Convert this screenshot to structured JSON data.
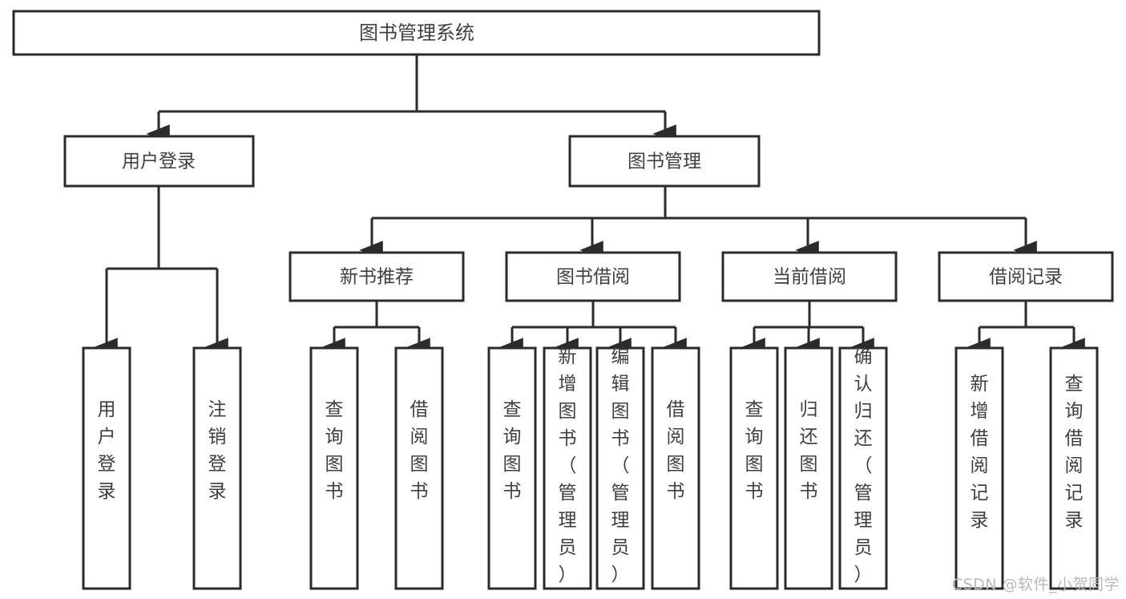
{
  "diagram": {
    "title": "图书管理系统",
    "type": "tree-hierarchy",
    "watermark": "CSDN @软件_小贺同学",
    "colors": {
      "stroke": "#2b2b2b",
      "fill": "#ffffff",
      "text": "#3f3f3f",
      "watermark": "#b9b9b9",
      "background": "#ffffff"
    },
    "root": {
      "label": "图书管理系统"
    },
    "level2": [
      {
        "label": "用户登录"
      },
      {
        "label": "图书管理"
      }
    ],
    "level3": [
      {
        "label": "新书推荐"
      },
      {
        "label": "图书借阅"
      },
      {
        "label": "当前借阅"
      },
      {
        "label": "借阅记录"
      }
    ],
    "leaves": {
      "user_login": [
        {
          "label": "用户登录"
        },
        {
          "label": "注销登录"
        }
      ],
      "new_book_recommend": [
        {
          "label": "查询图书"
        },
        {
          "label": "借阅图书"
        }
      ],
      "book_borrow": [
        {
          "label": "查询图书"
        },
        {
          "label": "新增图书（管理员）"
        },
        {
          "label": "编辑图书（管理员）"
        },
        {
          "label": "借阅图书"
        }
      ],
      "current_borrow": [
        {
          "label": "查询图书"
        },
        {
          "label": "归还图书"
        },
        {
          "label": "确认归还（管理员）"
        }
      ],
      "borrow_records": [
        {
          "label": "新增借阅记录"
        },
        {
          "label": "查询借阅记录"
        }
      ]
    }
  }
}
